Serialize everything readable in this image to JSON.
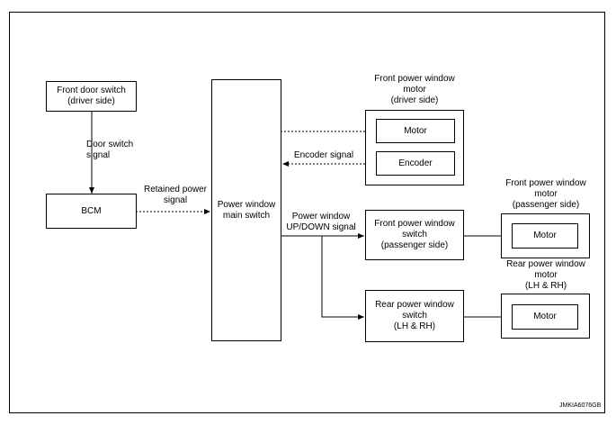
{
  "boxes": {
    "front_door_switch": "Front door switch\n(driver side)",
    "bcm": "BCM",
    "power_window_main_switch": "Power window\nmain switch",
    "driver_motor": "Motor",
    "driver_encoder": "Encoder",
    "front_passenger_switch": "Front power window\nswitch\n(passenger side)",
    "rear_switch": "Rear power window\nswitch\n(LH & RH)",
    "passenger_motor": "Motor",
    "rear_motor": "Motor"
  },
  "labels": {
    "driver_motor_group": "Front power window\nmotor\n(driver side)",
    "passenger_motor_group": "Front power window\nmotor\n(passenger side)",
    "rear_motor_group": "Rear power window\nmotor\n(LH & RH)",
    "door_switch_signal": "Door switch\nsignal",
    "retained_power_signal": "Retained power\nsignal",
    "encoder_signal": "Encoder signal",
    "up_down_signal": "Power window\nUP/DOWN signal"
  },
  "figure_code": "JMKIA6076GB"
}
